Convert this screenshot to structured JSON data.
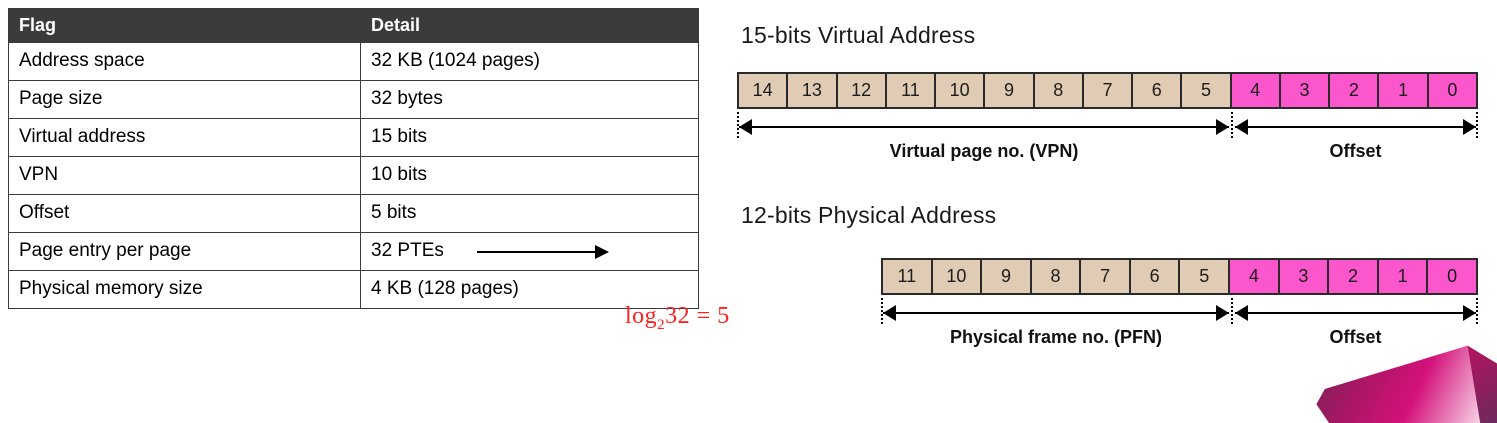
{
  "table": {
    "columns": [
      "Flag",
      "Detail"
    ],
    "rows": [
      {
        "flag": "Address space",
        "detail": "32 KB (1024 pages)"
      },
      {
        "flag": "Page size",
        "detail": "32 bytes"
      },
      {
        "flag": "Virtual address",
        "detail": "15 bits"
      },
      {
        "flag": "VPN",
        "detail": "10 bits"
      },
      {
        "flag": "Offset",
        "detail": " 5 bits"
      },
      {
        "flag": "Page entry per page",
        "detail": "32 PTEs"
      },
      {
        "flag": "Physical memory size",
        "detail": " 4 KB (128 pages)"
      }
    ]
  },
  "annotation": {
    "formula_prefix": "log",
    "formula_base": "2",
    "formula_rest": "32 = 5",
    "color": "#ff2020"
  },
  "virtual_address": {
    "title": "15-bits  Virtual Address",
    "bits": [
      "14",
      "13",
      "12",
      "11",
      "10",
      "9",
      "8",
      "7",
      "6",
      "5",
      "4",
      "3",
      "2",
      "1",
      "0"
    ],
    "vpn_bits": [
      "14",
      "13",
      "12",
      "11",
      "10",
      "9",
      "8",
      "7",
      "6",
      "5"
    ],
    "offset_bits": [
      "4",
      "3",
      "2",
      "1",
      "0"
    ],
    "vpn_label": "Virtual page no. (VPN)",
    "offset_label": "Offset",
    "vpn_color": "#e0cbb4",
    "offset_color": "#fb56cb"
  },
  "physical_address": {
    "title": "12-bits  Physical Address",
    "bits": [
      "11",
      "10",
      "9",
      "8",
      "7",
      "6",
      "5",
      "4",
      "3",
      "2",
      "1",
      "0"
    ],
    "pfn_bits": [
      "11",
      "10",
      "9",
      "8",
      "7",
      "6",
      "5"
    ],
    "offset_bits": [
      "4",
      "3",
      "2",
      "1",
      "0"
    ],
    "pfn_label": "Physical frame no. (PFN)",
    "offset_label": "Offset",
    "pfn_color": "#e0cbb4",
    "offset_color": "#fb56cb"
  },
  "decoration": {
    "ribbon_name": "magenta-ribbon-shape"
  }
}
